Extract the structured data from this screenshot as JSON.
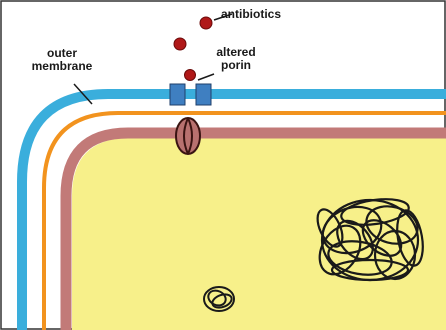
{
  "labels": {
    "antibiotics": "antibiotics",
    "outer_membrane": [
      "outer",
      "membrane"
    ],
    "altered_porin": [
      "altered",
      "porin"
    ]
  },
  "colors": {
    "outer_membrane": "#3aaedc",
    "middle_layer": "#f2931e",
    "inner_membrane": "#c27a78",
    "cytoplasm": "#f7f08a",
    "antibiotic": "#b01818",
    "porin": "#3f7fc1",
    "border": "#333333"
  },
  "structures": {
    "antibiotic_molecules": 3,
    "porin_blocks": 2,
    "membrane_channel": "inner-membrane-channel",
    "dna": [
      "nucleoid-large",
      "plasmid-small"
    ]
  }
}
